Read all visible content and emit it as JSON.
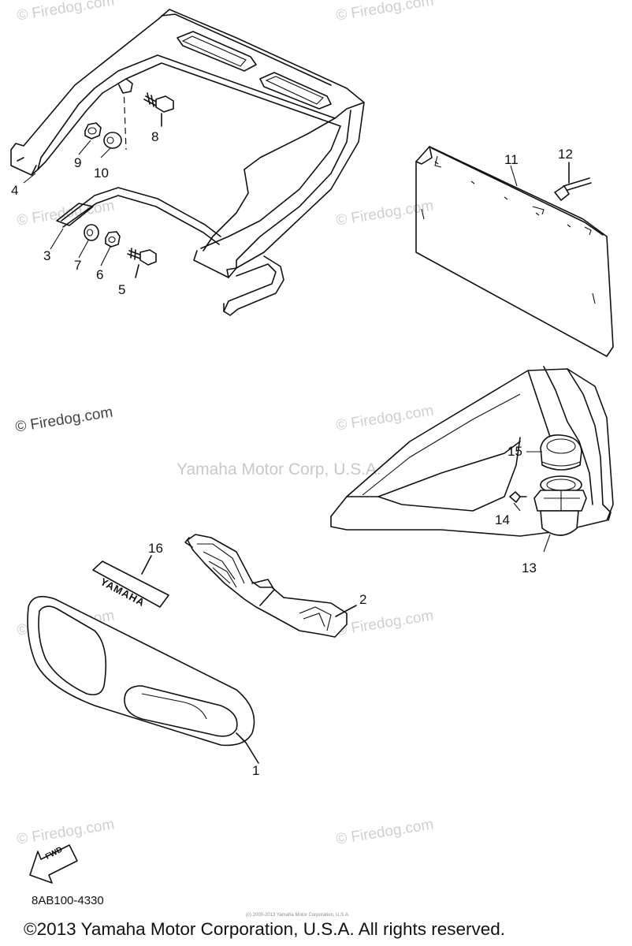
{
  "watermarks": {
    "firedog": "© Firedog.com",
    "center": "Yamaha Motor Corp, U.S.A."
  },
  "callouts": [
    "1",
    "2",
    "3",
    "4",
    "5",
    "6",
    "7",
    "8",
    "9",
    "10",
    "11",
    "12",
    "13",
    "14",
    "15",
    "16"
  ],
  "emblem_text": "YAMAHA",
  "fwd_label": "FWD",
  "part_code": "8AB100-4330",
  "small_copyright": "(c) 2000-2013 Yamaha Motor Corporation, U.S.A.",
  "copyright": "©2013 Yamaha Motor Corporation, U.S.A. All rights reserved."
}
